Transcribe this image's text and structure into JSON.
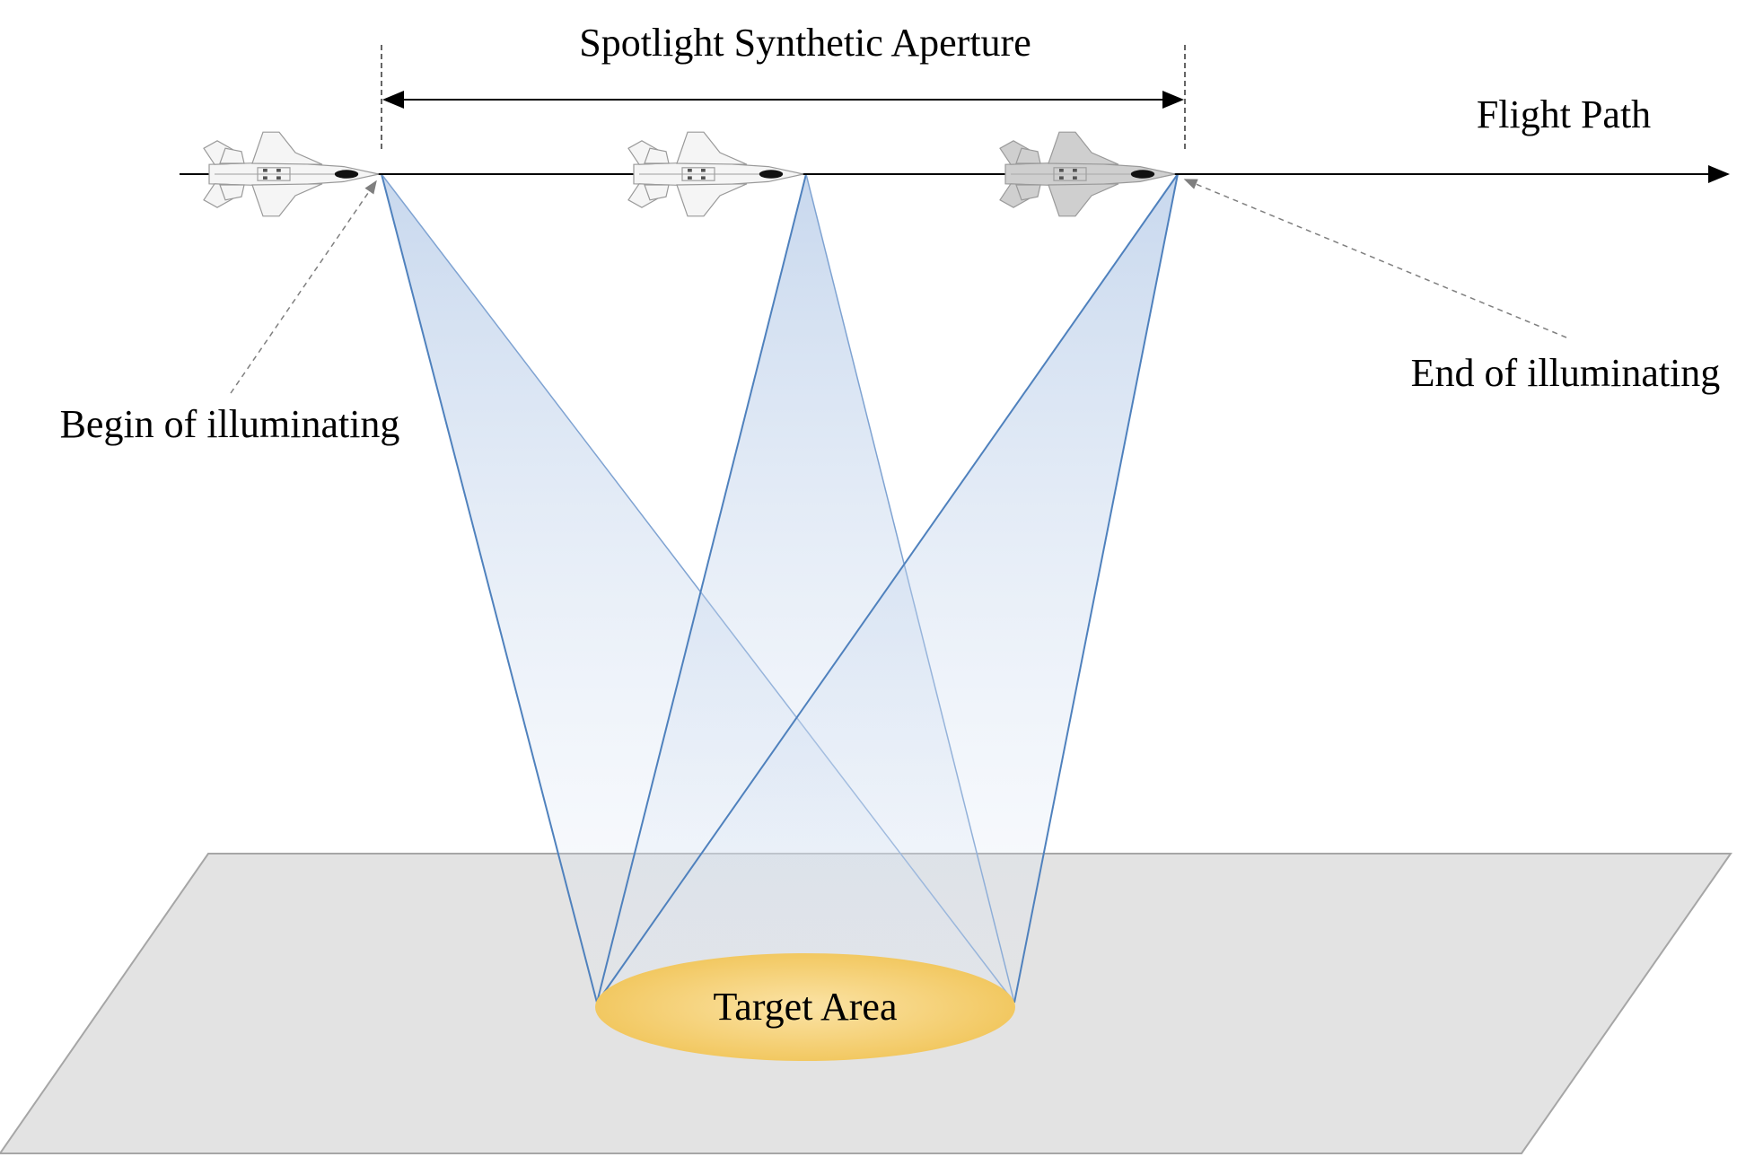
{
  "labels": {
    "aperture": "Spotlight Synthetic Aperture",
    "flight_path": "Flight Path",
    "begin": "Begin of illuminating",
    "end": "End of illuminating",
    "target": "Target Area"
  },
  "aircraft": [
    {
      "name": "aircraft-begin",
      "shade": "light"
    },
    {
      "name": "aircraft-middle",
      "shade": "light"
    },
    {
      "name": "aircraft-end",
      "shade": "dark"
    }
  ],
  "colors": {
    "beam": "#4f81bd",
    "beam_fill": "#b8cde8",
    "ground": "#e3e3e3",
    "target": "#f2c95e",
    "line": "#000000",
    "dashed": "#7f7f7f"
  }
}
